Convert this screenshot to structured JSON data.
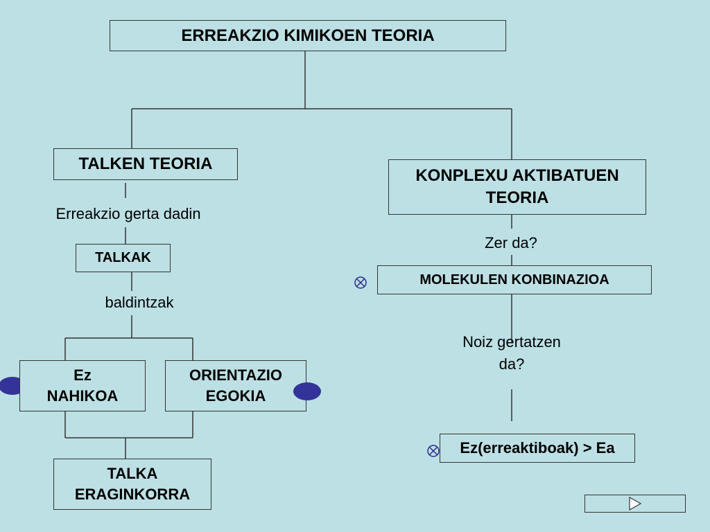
{
  "colors": {
    "background": "#bde0e4",
    "line": "#333333",
    "dot": "#333399"
  },
  "nodes": {
    "title": "ERREAKZIO KIMIKOEN TEORIA",
    "talken": "TALKEN TEORIA",
    "konplexu_l1": "KONPLEXU AKTIBATUEN",
    "konplexu_l2": "TEORIA",
    "talkak": "TALKAK",
    "molekulen": "MOLEKULEN KONBINAZIOA",
    "ez_nahikoa_l1": "Ez",
    "ez_nahikoa_l2": "NAHIKOA",
    "orientazio_l1": "ORIENTAZIO",
    "orientazio_l2": "EGOKIA",
    "ez_gt_ea": "Ez(erreaktiboak) > Ea",
    "eraginkorra_l1": "TALKA",
    "eraginkorra_l2": "ERAGINKORRA"
  },
  "labels": {
    "erreakzio": "Erreakzio gerta dadin",
    "baldintzak": "baldintzak",
    "zer_da": "Zer da?",
    "noiz_l1": "Noiz gertatzen",
    "noiz_l2": "da?"
  },
  "icons": {
    "bullet": "filled-ellipse",
    "marker": "circle-cross-icon",
    "next": "play-triangle-icon"
  }
}
